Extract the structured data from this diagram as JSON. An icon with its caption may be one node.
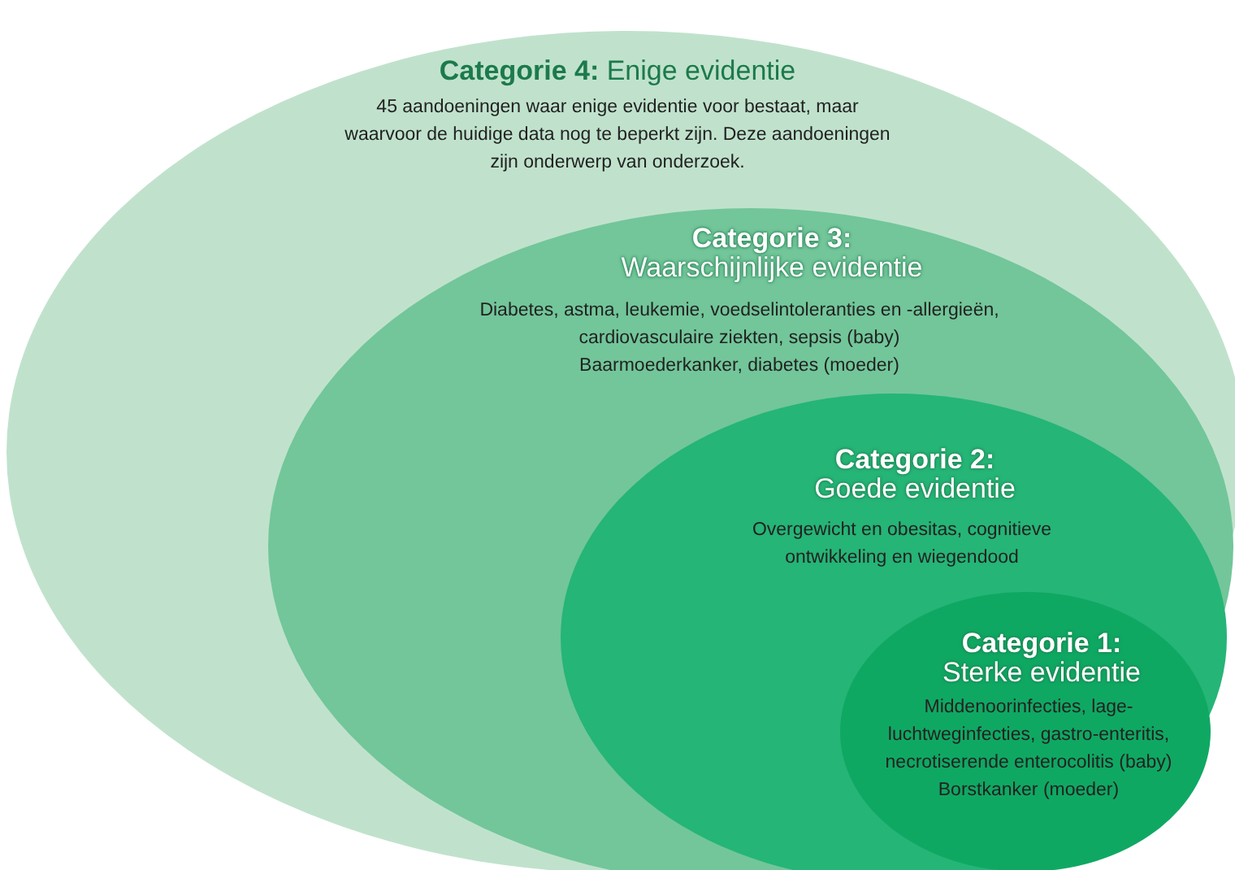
{
  "diagram": {
    "nodes": [
      {
        "text": [
          "**Categorie 4:** Enige evidentie",
          "45 aandoeningen waar enige evidentie voor bestaat, maar waarvoor de huidige data nog te beperkt zijn. Deze aandoeningen zijn onderwerp van onderzoek."
        ]
      },
      {
        "text": [
          "**Categorie 3:** Waarschijnlijke evidentie",
          "Diabetes, astma, leukemie, voedselintoleranties en -allergieën, cardiovasculaire ziekten, sepsis (baby)",
          "Baarmoederkanker, diabetes (moeder)"
        ],
        "in": 0
      },
      {
        "text": [
          "**Categorie 2:** Goede evidentie",
          "Overgewicht en obesitas, cognitieve ontwikkeling en wiegendood"
        ],
        "in": 1
      },
      {
        "text": [
          "**Categorie 1:** Sterke evidentie",
          "Middenoorinfecties, lage-luchtweginfecties, gastro-enteritis, necrotiserende enterocolitis (baby)",
          "Borstkanker (moeder)"
        ],
        "in": 2
      }
    ],
    "edges": []
  }
}
